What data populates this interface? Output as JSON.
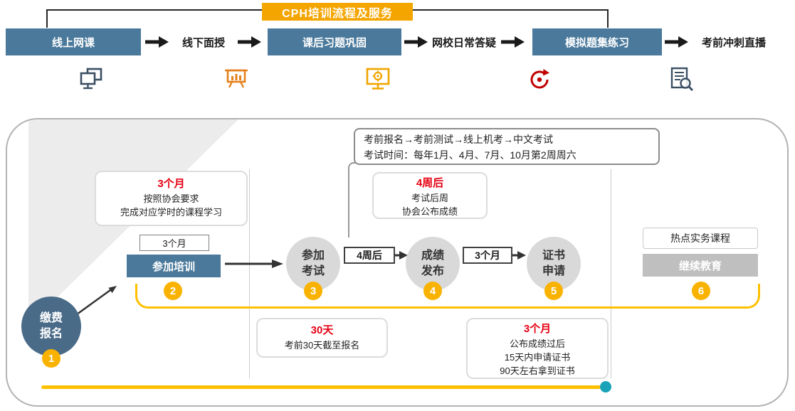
{
  "banner": {
    "title": "CPH培训流程及服务"
  },
  "top_flow": {
    "step1": "线上网课",
    "step2": "线下面授",
    "step3": "课后习题巩固",
    "step4": "网校日常答疑",
    "step5": "模拟题集练习",
    "step6": "考前冲刺直播"
  },
  "icons": {
    "icon1": "devices-icon",
    "icon2": "presentation-chart-icon",
    "icon3": "monitor-gear-icon",
    "icon4": "refresh-circle-icon",
    "icon5": "document-search-icon"
  },
  "exam_info": {
    "line1": "考前报名→考前测试→线上机考→中文考试",
    "line2": "考试时间：每年1月、4月、7月、10月第2周周六"
  },
  "callouts": {
    "train": {
      "highlight": "3个月",
      "line1": "按照协会要求",
      "line2": "完成对应学时的课程学习"
    },
    "result": {
      "highlight": "4周后",
      "line1": "考试后周",
      "line2": "协会公布成绩"
    },
    "signup": {
      "highlight": "30天",
      "line1": "考前30天截至报名"
    },
    "cert": {
      "highlight": "3个月",
      "line1": "公布成绩过后",
      "line2": "15天内申请证书",
      "line3": "90天左右拿到证书"
    }
  },
  "timeline": {
    "pay": {
      "num": "1",
      "line1": "缴费",
      "line2": "报名"
    },
    "train": {
      "num": "2",
      "label": "参加培训",
      "duration": "3个月"
    },
    "exam": {
      "num": "3",
      "line1": "参加",
      "line2": "考试"
    },
    "gap_exam_result": "4周后",
    "result": {
      "num": "4",
      "line1": "成绩",
      "line2": "发布"
    },
    "gap_result_cert": "3个月",
    "cert": {
      "num": "5",
      "line1": "证书",
      "line2": "申请"
    },
    "edu": {
      "num": "6",
      "label": "继续教育",
      "course": "热点实务课程"
    }
  },
  "colors": {
    "steel_blue": "#4a799b",
    "banner_orange": "#f5a500",
    "number_amber": "#f9b200",
    "bracket_gold": "#ffc000",
    "highlight_red": "#e60012",
    "circle_gray": "#d9d9d9",
    "edu_gray": "#bfbfbf",
    "dot_teal": "#1aa3b8",
    "pay_circle_blue": "#4a6b88"
  }
}
